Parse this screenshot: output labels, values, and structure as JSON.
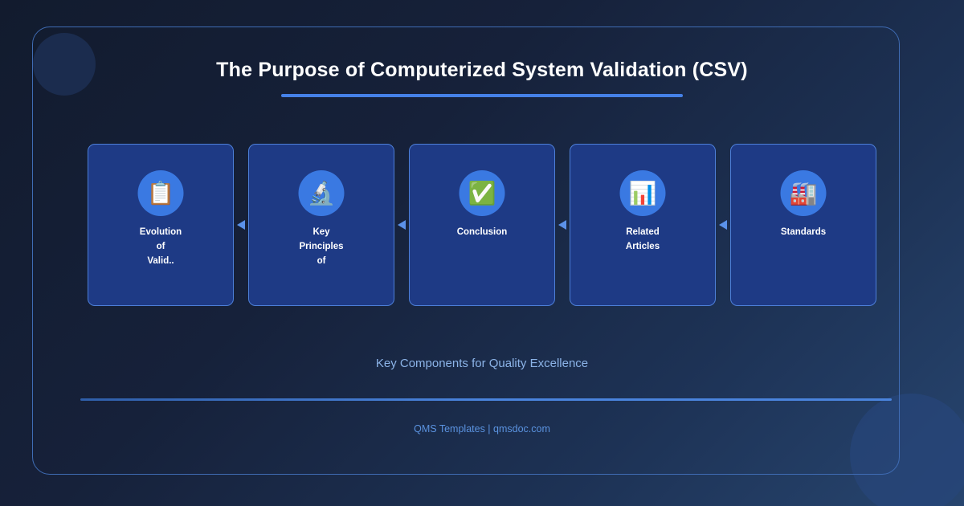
{
  "header": {
    "title": "The Purpose of Computerized System Validation (CSV)"
  },
  "cards": [
    {
      "label": "Evolution\nof\nValid..",
      "icon": "clipboard-icon",
      "glyph": "📋"
    },
    {
      "label": "Key\nPrinciples\nof",
      "icon": "microscope-icon",
      "glyph": "🔬"
    },
    {
      "label": "Conclusion",
      "icon": "check-mark-icon",
      "glyph": "✅"
    },
    {
      "label": "Related\nArticles",
      "icon": "bar-chart-icon",
      "glyph": "📊"
    },
    {
      "label": "Standards",
      "icon": "factory-icon",
      "glyph": "🏭"
    }
  ],
  "connectors": [
    {
      "direction": "left"
    },
    {
      "direction": "left"
    },
    {
      "direction": "left"
    },
    {
      "direction": "left"
    }
  ],
  "subtitle": "Key Components for Quality Excellence",
  "footer": "QMS Templates | qmsdoc.com",
  "colors": {
    "accent": "#4581e8",
    "card_fill": "#1e3a85",
    "card_border": "#4d7fd8",
    "icon_circle": "#3a79e2",
    "subtitle_text": "#8cb4e8",
    "footer_text": "#5b93e0",
    "frame_border": "#3f6cb4"
  }
}
